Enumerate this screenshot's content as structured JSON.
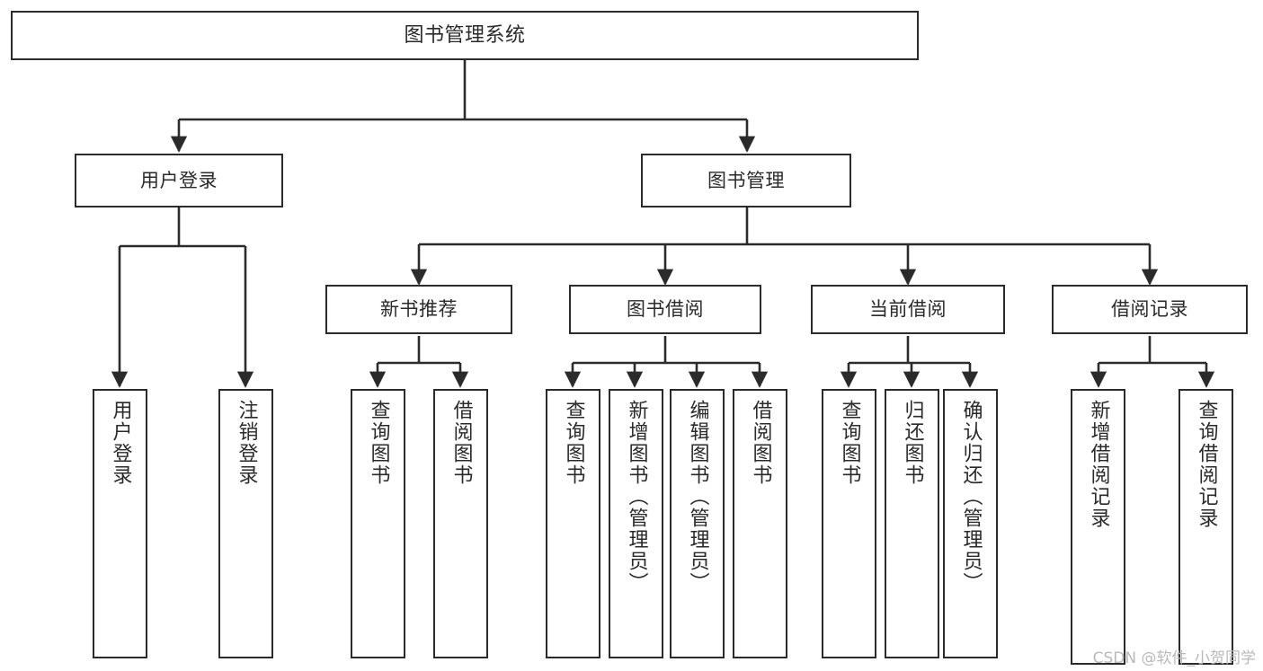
{
  "diagram": {
    "type": "tree",
    "title": "图书管理系统",
    "watermark": "CSDN @软件_小贺同学",
    "colors": {
      "box_border": "#2b2b2b",
      "box_fill": "#ffffff",
      "edge": "#2b2b2b",
      "text": "#2a2a2a",
      "watermark": "#b9b9b9"
    },
    "root": {
      "label": "图书管理系统"
    },
    "level2": [
      {
        "label": "用户登录"
      },
      {
        "label": "图书管理"
      }
    ],
    "level3": [
      {
        "label": "新书推荐"
      },
      {
        "label": "图书借阅"
      },
      {
        "label": "当前借阅"
      },
      {
        "label": "借阅记录"
      }
    ],
    "leaves": {
      "user_login": [
        {
          "label": "用户登录"
        },
        {
          "label": "注销登录"
        }
      ],
      "new_book": [
        {
          "label": "查询图书"
        },
        {
          "label": "借阅图书"
        }
      ],
      "book_borrow": [
        {
          "label": "查询图书"
        },
        {
          "label": "新增图书（管理员）"
        },
        {
          "label": "编辑图书（管理员）"
        },
        {
          "label": "借阅图书"
        }
      ],
      "current_borrow": [
        {
          "label": "查询图书"
        },
        {
          "label": "归还图书"
        },
        {
          "label": "确认归还（管理员）"
        }
      ],
      "borrow_record": [
        {
          "label": "新增借阅记录"
        },
        {
          "label": "查询借阅记录"
        }
      ]
    }
  }
}
